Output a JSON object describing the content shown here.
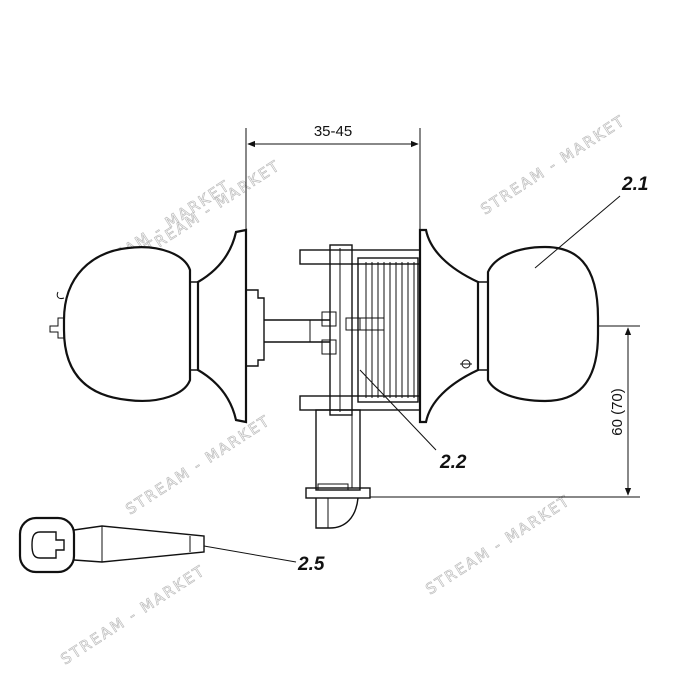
{
  "dimensions": {
    "width_range": "35-45",
    "height": "60 (70)"
  },
  "callouts": {
    "knob": "2.1",
    "latch": "2.2",
    "key": "2.5"
  },
  "watermark": {
    "text": "STREAM - MARKET"
  }
}
